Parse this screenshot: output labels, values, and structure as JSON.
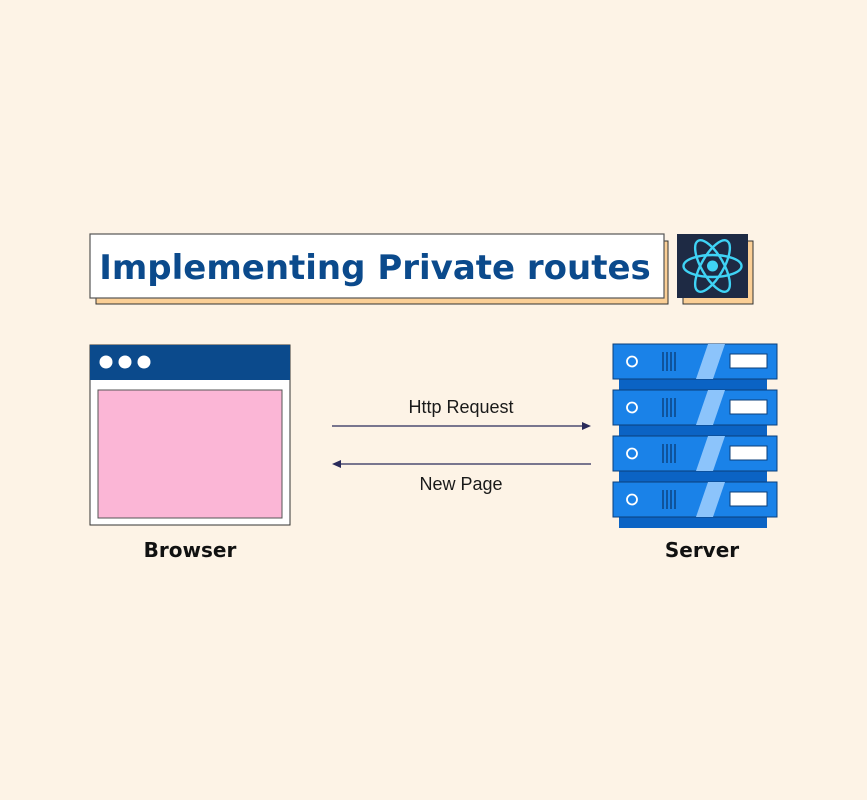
{
  "title": "Implementing Private routes",
  "logo": {
    "name": "react-logo",
    "bg": "#1e2a44",
    "color": "#3fd3f5"
  },
  "browser": {
    "label": "Browser",
    "header_color": "#0b4a8c",
    "content_color": "#fbb6d6"
  },
  "server": {
    "label": "Server",
    "unit_color": "#1a82e8",
    "units": 4
  },
  "arrows": {
    "request": "Http Request",
    "response": "New Page"
  }
}
